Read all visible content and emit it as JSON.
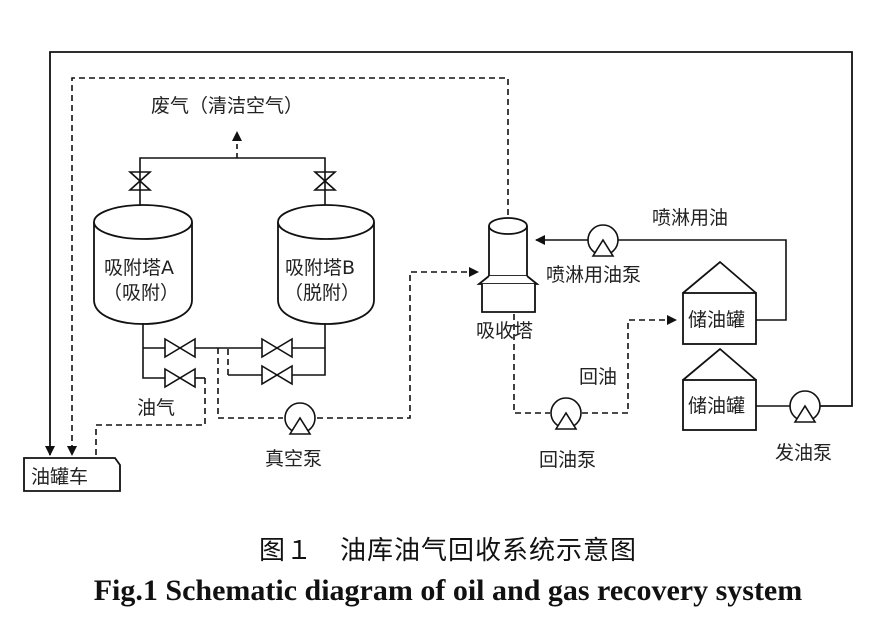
{
  "labels": {
    "exhaust": "废气（清洁空气）",
    "tower_a_name": "吸附塔A",
    "tower_a_state": "（吸附）",
    "tower_b_name": "吸附塔B",
    "tower_b_state": "（脱附）",
    "absorber": "吸收塔",
    "spray_oil": "喷淋用油",
    "spray_pump": "喷淋用油泵",
    "storage_tank_1": "储油罐",
    "storage_tank_2": "储油罐",
    "return_oil": "回油",
    "return_pump": "回油泵",
    "send_pump": "发油泵",
    "vacuum_pump": "真空泵",
    "oil_vapor": "油气",
    "tanker": "油罐车"
  },
  "caption": {
    "cn": "图１　油库油气回收系统示意图",
    "en": "Fig.1 Schematic diagram of oil and gas recovery system"
  }
}
